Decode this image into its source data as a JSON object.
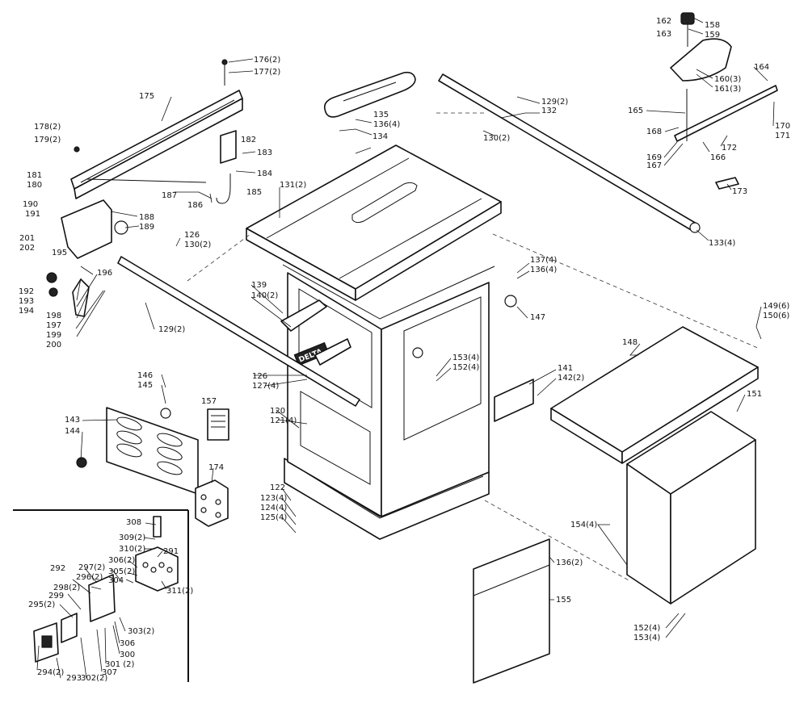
{
  "brand_logo_text": "DELTA",
  "labels": {
    "l120": "120",
    "l121": "121(4)",
    "l122": "122",
    "l123": "123(4)",
    "l124": "124(4)",
    "l125": "125(4)",
    "l126a": "126",
    "l126b": "126",
    "l127": "127(4)",
    "l129a": "129(2)",
    "l129b": "129(2)",
    "l130a": "130(2)",
    "l130b": "130(2)",
    "l131": "131(2)",
    "l132": "132",
    "l133": "133(4)",
    "l134": "134",
    "l135": "135",
    "l136a": "136(4)",
    "l136b": "136(4)",
    "l136c": "136(2)",
    "l137": "137(4)",
    "l139": "139",
    "l140": "140(2)",
    "l141": "141",
    "l142": "142(2)",
    "l143": "143",
    "l144": "144",
    "l145": "145",
    "l146": "146",
    "l147": "147",
    "l148": "148",
    "l149": "149(6)",
    "l150": "150(6)",
    "l151": "151",
    "l152a": "152(4)",
    "l152b": "152(4)",
    "l153a": "153(4)",
    "l153b": "153(4)",
    "l154": "154(4)",
    "l155": "155",
    "l157": "157",
    "l158": "158",
    "l159": "159",
    "l160": "160(3)",
    "l161": "161(3)",
    "l162": "162",
    "l163": "163",
    "l164": "164",
    "l165": "165",
    "l166": "166",
    "l167": "167",
    "l168": "168",
    "l169": "169",
    "l170": "170",
    "l171": "171",
    "l172": "172",
    "l173": "173",
    "l174": "174",
    "l175": "175",
    "l176": "176(2)",
    "l177": "177(2)",
    "l178": "178(2)",
    "l179": "179(2)",
    "l180": "180",
    "l181": "181",
    "l182": "182",
    "l183": "183",
    "l184": "184",
    "l185": "185",
    "l186": "186",
    "l187": "187",
    "l188": "188",
    "l189": "189",
    "l190": "190",
    "l191": "191",
    "l192": "192",
    "l193": "193",
    "l194": "194",
    "l195": "195",
    "l196": "196",
    "l197": "197",
    "l198": "198",
    "l199": "199",
    "l200": "200",
    "l201": "201",
    "l202": "202",
    "l291": "291",
    "l292": "292",
    "l293": "293",
    "l294": "294(2)",
    "l295": "295(2)",
    "l296": "296(2)",
    "l297": "297(2)",
    "l298": "298(2)",
    "l299": "299",
    "l300": "300",
    "l301": "301 (2)",
    "l302": "302(2)",
    "l303": "303(2)",
    "l304": "304",
    "l305": "305(2)",
    "l306a": "306(2)",
    "l306b": "306",
    "l307": "307",
    "l308": "308",
    "l309": "309(2)",
    "l310": "310(2)",
    "l311": "311(2)"
  }
}
